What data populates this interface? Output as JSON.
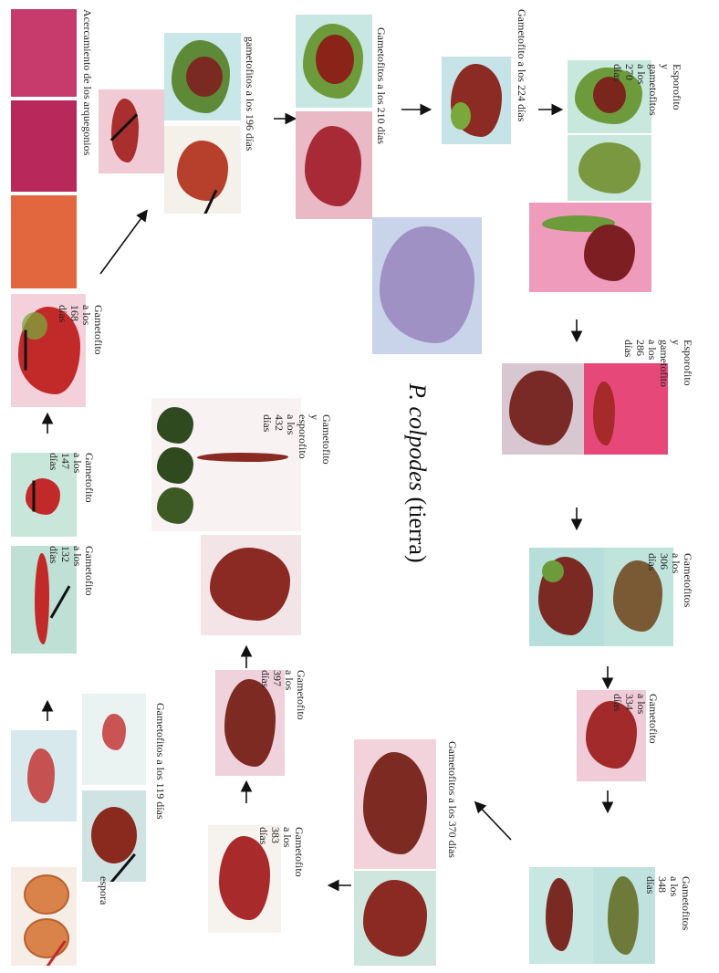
{
  "title": {
    "species": "P. colpodes",
    "qualifier": " (tierra)"
  },
  "colors": {
    "background_pink": "#f0b8c8",
    "background_teal": "#b8dcd8",
    "frond_red": "#c22a2a",
    "frond_green": "#7aa83a",
    "spore_orange": "#d9824a",
    "arrow": "#111111"
  },
  "stages": [
    {
      "id": "spore",
      "label": "espora"
    },
    {
      "id": "g119",
      "label": "Gametofitos a los 119 días"
    },
    {
      "id": "g132",
      "label": "Gametofito a los 132 días"
    },
    {
      "id": "g147",
      "label": "Gametofito a los 147 días"
    },
    {
      "id": "g168",
      "label": "Gametofito a los 168 días"
    },
    {
      "id": "arch",
      "label": "Acercamiento de los arquegonios"
    },
    {
      "id": "g196",
      "label": "gametofitos a los 196 días"
    },
    {
      "id": "g210",
      "label": "Gametofitos a los 210 días"
    },
    {
      "id": "g224",
      "label": "Gametofito a los 224 días"
    },
    {
      "id": "g270",
      "label": "Esporofito y gametofitos a los 270 días"
    },
    {
      "id": "g286",
      "label": "Esporofito y gametofito a los 286 días"
    },
    {
      "id": "g306",
      "label": "Gametofitos a los 306 días"
    },
    {
      "id": "g334",
      "label": "Gametofito a los 334 días"
    },
    {
      "id": "g348",
      "label": "Gametofitos a los 348 días"
    },
    {
      "id": "g370",
      "label": "Gametofitos a los 370 días"
    },
    {
      "id": "g383",
      "label": "Gametofito a los 383 días"
    },
    {
      "id": "g397",
      "label": "Gametofito a los 397 días"
    },
    {
      "id": "g432",
      "label": "Gametofito y esporofito a los 432 días"
    }
  ]
}
